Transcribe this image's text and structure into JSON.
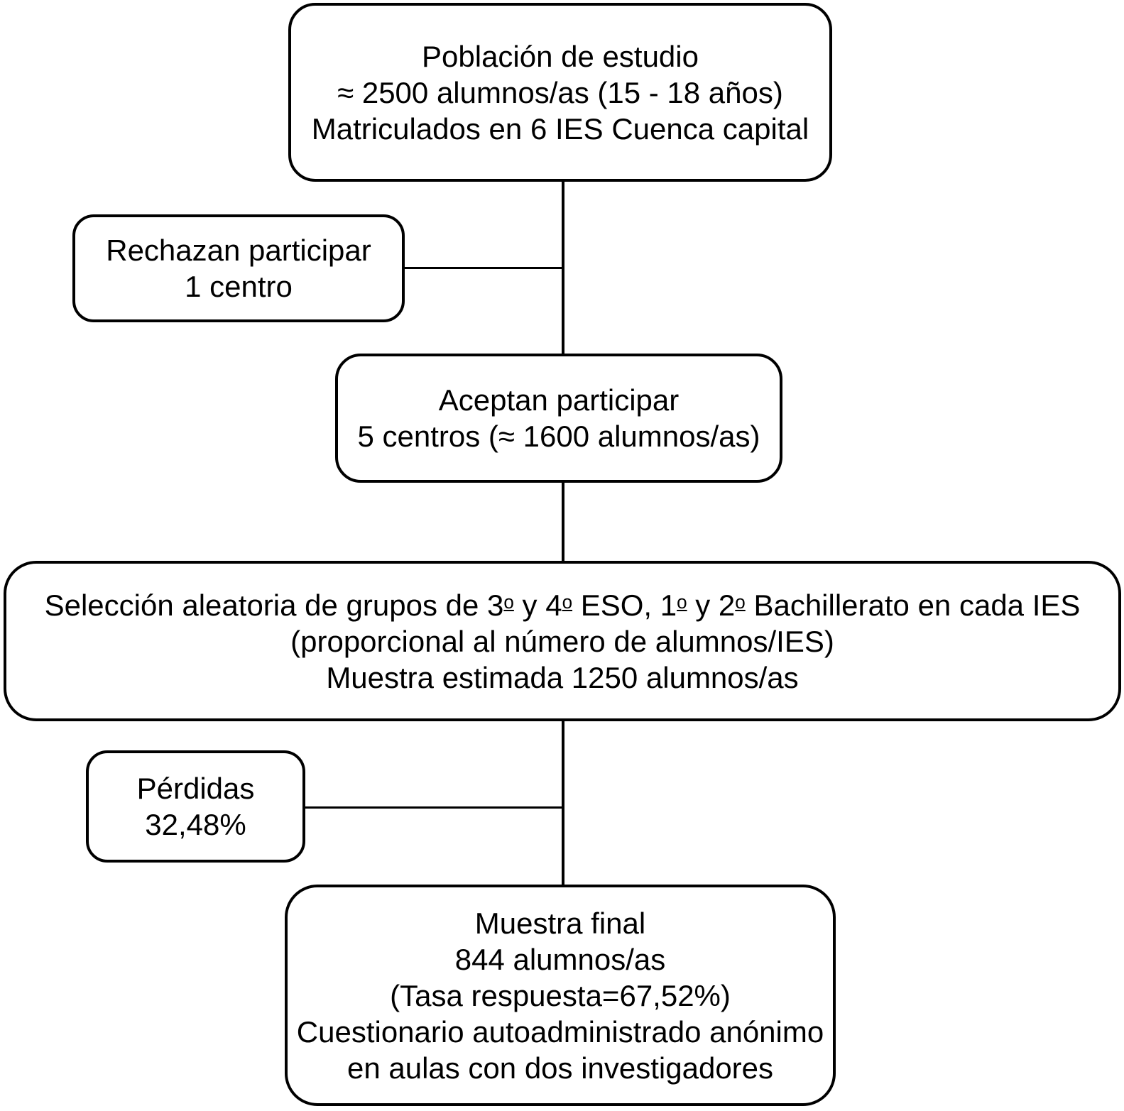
{
  "colors": {
    "line": "#000000",
    "background": "#ffffff",
    "text": "#000000"
  },
  "boxes": {
    "poblacion": {
      "lines": [
        "Población de estudio",
        "≈ 2500 alumnos/as (15 - 18 años)",
        "Matriculados en 6 IES Cuenca capital"
      ]
    },
    "rechazan": {
      "lines": [
        "Rechazan participar",
        "1 centro"
      ]
    },
    "aceptan": {
      "lines": [
        "Aceptan participar",
        "5 centros (≈ 1600 alumnos/as)"
      ]
    },
    "seleccion": {
      "line1": {
        "t1": "Selección aleatoria de grupos de 3",
        "o1": "o",
        "t2": " y 4",
        "o2": "o",
        "t3": " ESO, 1",
        "o3": "o",
        "t4": " y 2",
        "o4": "o",
        "t5": " Bachillerato en cada IES"
      },
      "line2": "(proporcional al número de alumnos/IES)",
      "line3": "Muestra estimada 1250 alumnos/as"
    },
    "perdidas": {
      "lines": [
        "Pérdidas",
        "32,48%"
      ]
    },
    "final": {
      "lines": [
        "Muestra final",
        "844 alumnos/as",
        "(Tasa respuesta=67,52%)",
        "Cuestionario autoadministrado anónimo",
        "en aulas con dos investigadores"
      ]
    }
  }
}
